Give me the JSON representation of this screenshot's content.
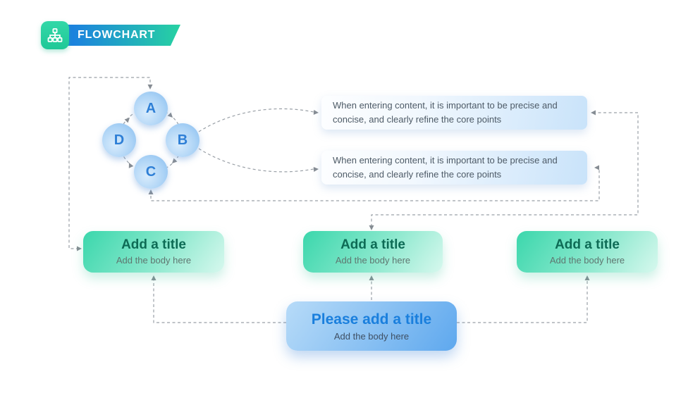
{
  "header": {
    "title": "FLOWCHART",
    "icon": "sitemap-flowchart-icon"
  },
  "colors": {
    "ribbon_blue": "#1b7de2",
    "ribbon_teal": "#27d2a2",
    "icon_green": "#2bd3a0",
    "node_blue": "#85bcef",
    "node_letter_blue": "#2e7fd6",
    "info_box_blue": "#c9e3fa",
    "green_box": "#3bd7ac",
    "green_title": "#0d6b55",
    "blue_box": "#5ea8ee",
    "blue_title": "#1a7fdd",
    "connector_gray": "#9aa0a7"
  },
  "cycle": {
    "nodes": [
      {
        "label": "A"
      },
      {
        "label": "B"
      },
      {
        "label": "C"
      },
      {
        "label": "D"
      }
    ]
  },
  "info_boxes": [
    {
      "text": "When entering content, it is important to be precise and concise, and clearly refine the core points"
    },
    {
      "text": "When entering content, it is important to be precise and concise, and clearly refine the core points"
    }
  ],
  "title_boxes": [
    {
      "title": "Add a title",
      "body": "Add the body here"
    },
    {
      "title": "Add a title",
      "body": "Add the body here"
    },
    {
      "title": "Add a title",
      "body": "Add the body here"
    }
  ],
  "main_box": {
    "title": "Please add a title",
    "body": "Add the body here"
  }
}
